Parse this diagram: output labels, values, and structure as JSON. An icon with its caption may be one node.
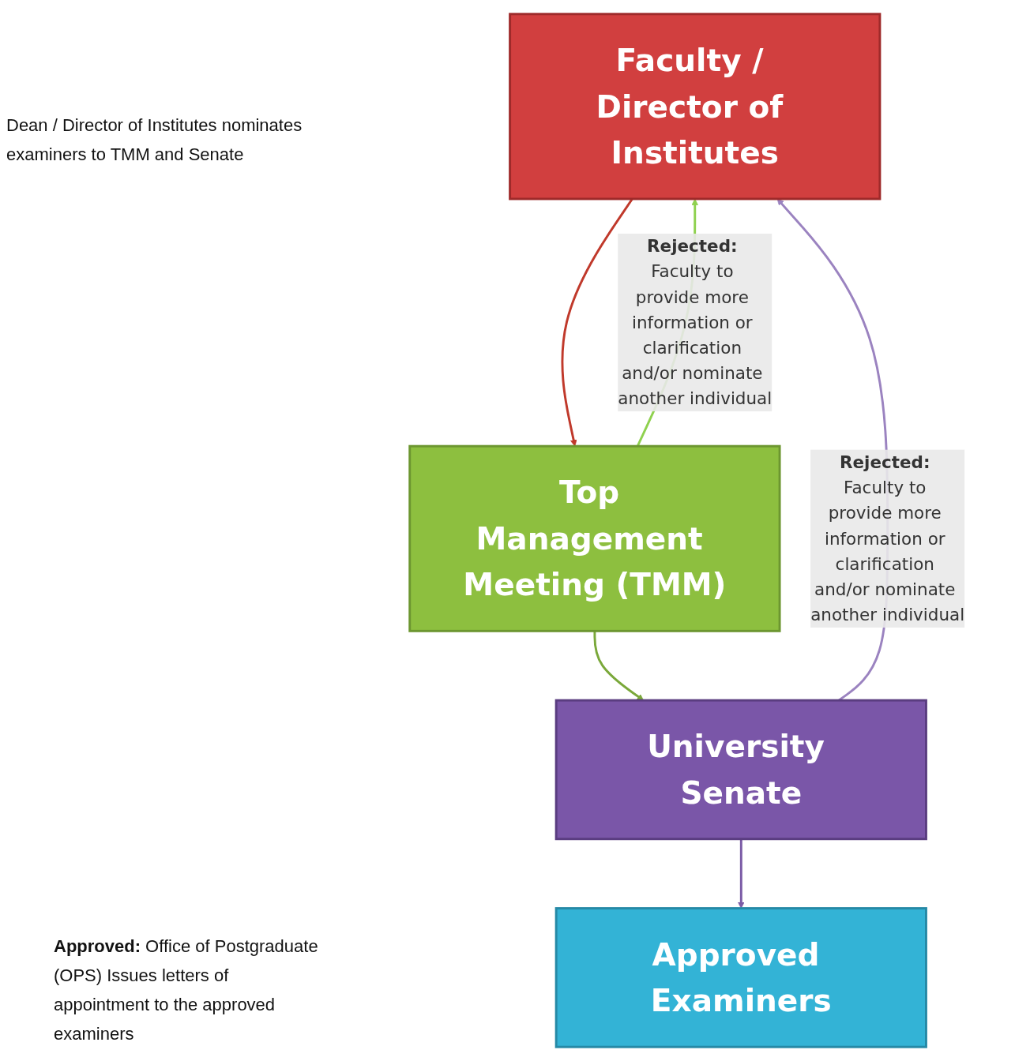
{
  "diagram": {
    "nodes": [
      {
        "text": [
          "Faculty / Director of Institutes"
        ]
      },
      {
        "text": [
          "Top Management Meeting (TMM)"
        ]
      },
      {
        "text": [
          "University Senate"
        ]
      },
      {
        "text": [
          "Approved Examiners"
        ]
      }
    ],
    "edges": [
      {
        "from": 0,
        "to": 1,
        "arrow": "to",
        "color": "#c0392b"
      },
      {
        "from": 1,
        "to": 2,
        "arrow": "to",
        "color": "#7aa83a"
      },
      {
        "from": 2,
        "to": 3,
        "arrow": "to",
        "color": "#7b5ba6"
      },
      {
        "from": 1,
        "to": 0,
        "arrow": "to",
        "color": "#8fd14f",
        "label": "**Rejected:** Faculty to provide more information or clarification and/or nominate another individual"
      },
      {
        "from": 2,
        "to": 0,
        "arrow": "to",
        "color": "#9b83c0",
        "label": "**Rejected:** Faculty to provide more information or clarification and/or nominate another individual"
      }
    ],
    "labels": [
      "Dean / Director of Institutes nominates examiners to TMM and Senate",
      "**Approved:** Office of Postgraduate (OPS) Issues letters of appointment to the approved examiners"
    ]
  }
}
